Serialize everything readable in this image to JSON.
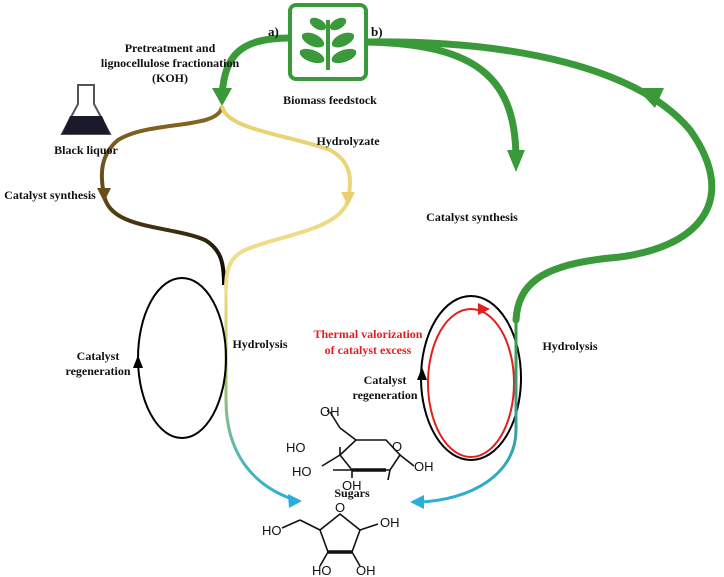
{
  "panel_labels": {
    "a": "a)",
    "b": "b)"
  },
  "feedstock": {
    "label": "Biomass feedstock",
    "icon": "plant-sprout-icon",
    "color": "#3a9a3a"
  },
  "pretreatment": {
    "line1": "Pretreatment and",
    "line2": "lignocellulose fractionation",
    "line3": "(KOH)"
  },
  "black_liquor": {
    "label": "Black liquor",
    "icon": "erlenmeyer-flask-icon"
  },
  "hydrolyzate": "Hydrolyzate",
  "route_a": {
    "catalyst_synthesis": "Catalyst synthesis",
    "catalyst_regeneration": {
      "line1": "Catalyst",
      "line2": "regeneration"
    },
    "hydrolysis": "Hydrolysis"
  },
  "route_b": {
    "catalyst_synthesis": "Catalyst synthesis",
    "thermal_valorization": {
      "line1": "Thermal valorization",
      "line2": "of catalyst excess",
      "color": "#e02020"
    },
    "catalyst_regeneration": {
      "line1": "Catalyst",
      "line2": "regeneration"
    },
    "hydrolysis": "Hydrolysis"
  },
  "sugars": {
    "label": "Sugars",
    "glucose_groups": [
      "OH",
      "HO",
      "HO",
      "OH",
      "OH",
      "O"
    ],
    "fructose_groups": [
      "O",
      "HO",
      "OH",
      "HO",
      "OH"
    ]
  },
  "colors": {
    "green": "#3a9a3a",
    "brown": "#7a5a1a",
    "yellow": "#f0dc7a",
    "cyan": "#2ab0d8",
    "black": "#000000",
    "red": "#e02020"
  }
}
